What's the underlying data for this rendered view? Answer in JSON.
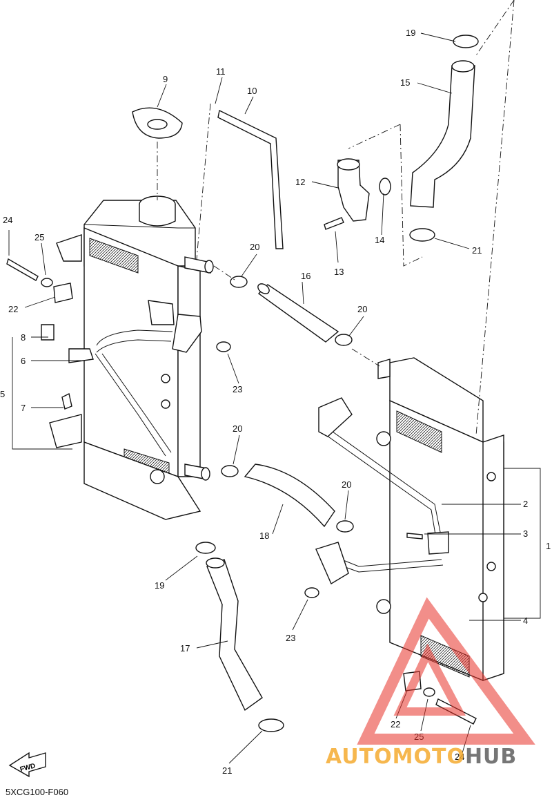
{
  "diagram": {
    "code": "5XCG100-F060",
    "fwd_label": "FWD",
    "callouts": [
      "1",
      "2",
      "3",
      "4",
      "5",
      "6",
      "7",
      "8",
      "9",
      "10",
      "11",
      "12",
      "13",
      "14",
      "15",
      "16",
      "17",
      "18",
      "19",
      "19",
      "20",
      "20",
      "20",
      "20",
      "21",
      "21",
      "22",
      "22",
      "23",
      "23",
      "24",
      "24",
      "25",
      "25"
    ],
    "watermark": {
      "part1": "AUTOMOTO",
      "part2": "HUB",
      "color1": "#f5a623",
      "color2": "#555555"
    }
  }
}
